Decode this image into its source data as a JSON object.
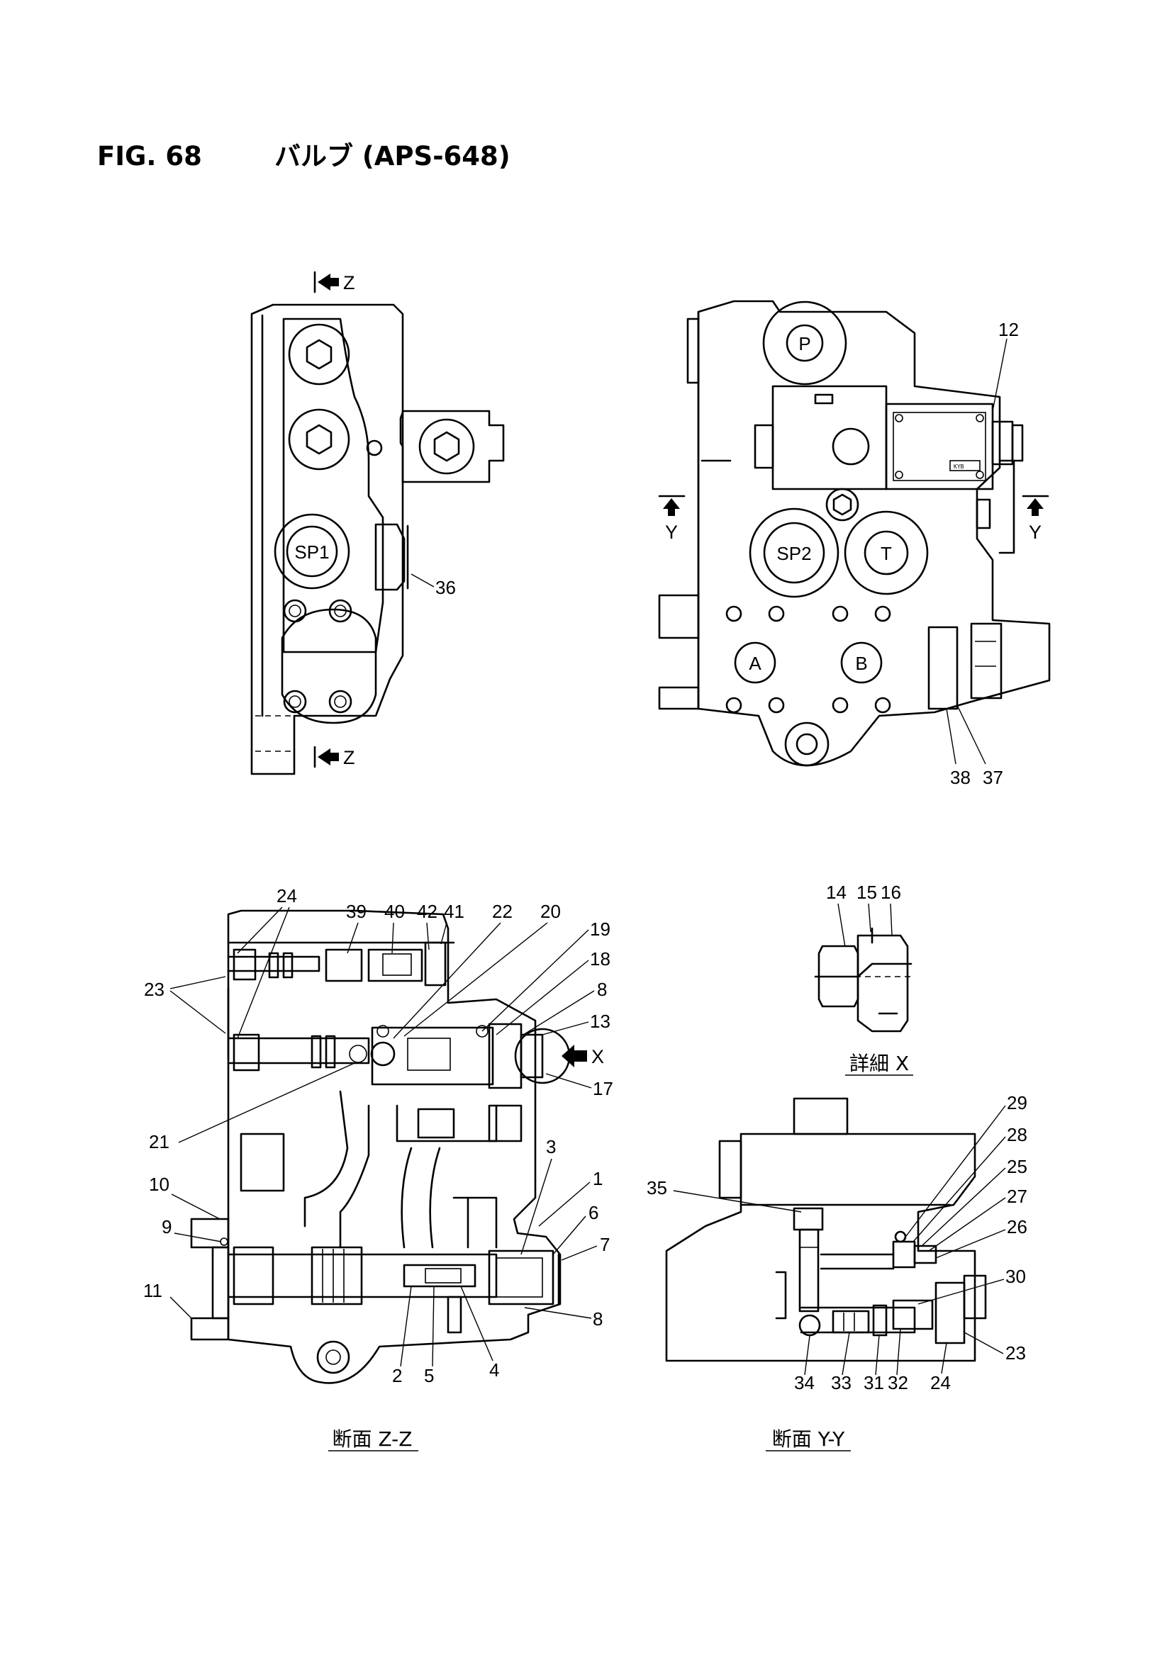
{
  "header": {
    "figure_number": "FIG. 68",
    "title": "バルブ (APS-648)"
  },
  "views": {
    "left_top": {
      "section_marker_top": "Z",
      "section_marker_bottom": "Z",
      "port_sp1": "SP1",
      "callouts": [
        "36"
      ]
    },
    "right_top": {
      "port_p": "P",
      "port_sp2": "SP2",
      "port_t": "T",
      "port_a": "A",
      "port_b": "B",
      "section_marker_left": "Y",
      "section_marker_right": "Y",
      "brand_plate": "KYB",
      "callouts": [
        "12",
        "38",
        "37"
      ]
    },
    "detail_x": {
      "caption": "詳細 X",
      "callouts": [
        "14",
        "15",
        "16"
      ]
    },
    "section_zz": {
      "caption": "断面 Z-Z",
      "view_marker": "X",
      "callouts": [
        "24",
        "39",
        "40",
        "42",
        "41",
        "22",
        "20",
        "19",
        "18",
        "8",
        "13",
        "17",
        "23",
        "21",
        "3",
        "1",
        "6",
        "7",
        "10",
        "9",
        "11",
        "8",
        "2",
        "5",
        "4"
      ]
    },
    "section_yy": {
      "caption": "断面 Y-Y",
      "callouts": [
        "29",
        "28",
        "25",
        "27",
        "26",
        "35",
        "30",
        "23",
        "34",
        "33",
        "31",
        "32",
        "24"
      ]
    }
  },
  "colors": {
    "line": "#000000",
    "background": "#ffffff"
  }
}
